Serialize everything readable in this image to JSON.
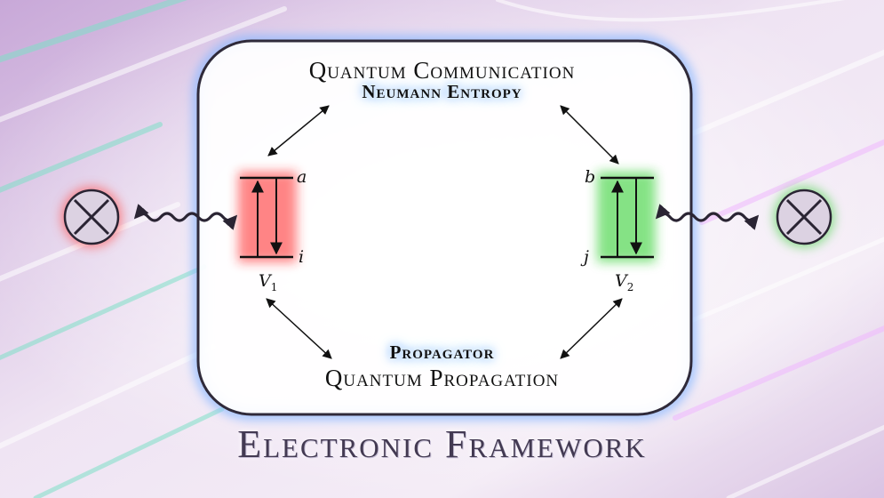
{
  "top_labels": {
    "line1": "Quantum Communication",
    "line2": "Neumann Entropy"
  },
  "bottom_labels": {
    "line1": "Propagator",
    "line2": "Quantum Propagation"
  },
  "footer_title": "Electronic Framework",
  "left_system": {
    "upper_level": "a",
    "lower_level": "i",
    "potential": "V",
    "potential_sub": "1",
    "color": "#ff2020"
  },
  "right_system": {
    "upper_level": "b",
    "lower_level": "j",
    "potential": "V",
    "potential_sub": "2",
    "color": "#22cc22"
  },
  "colors": {
    "box_glow": "#8ab8ff",
    "left_emitter_glow": "#ff5a5a",
    "right_emitter_glow": "#5ad65a"
  }
}
